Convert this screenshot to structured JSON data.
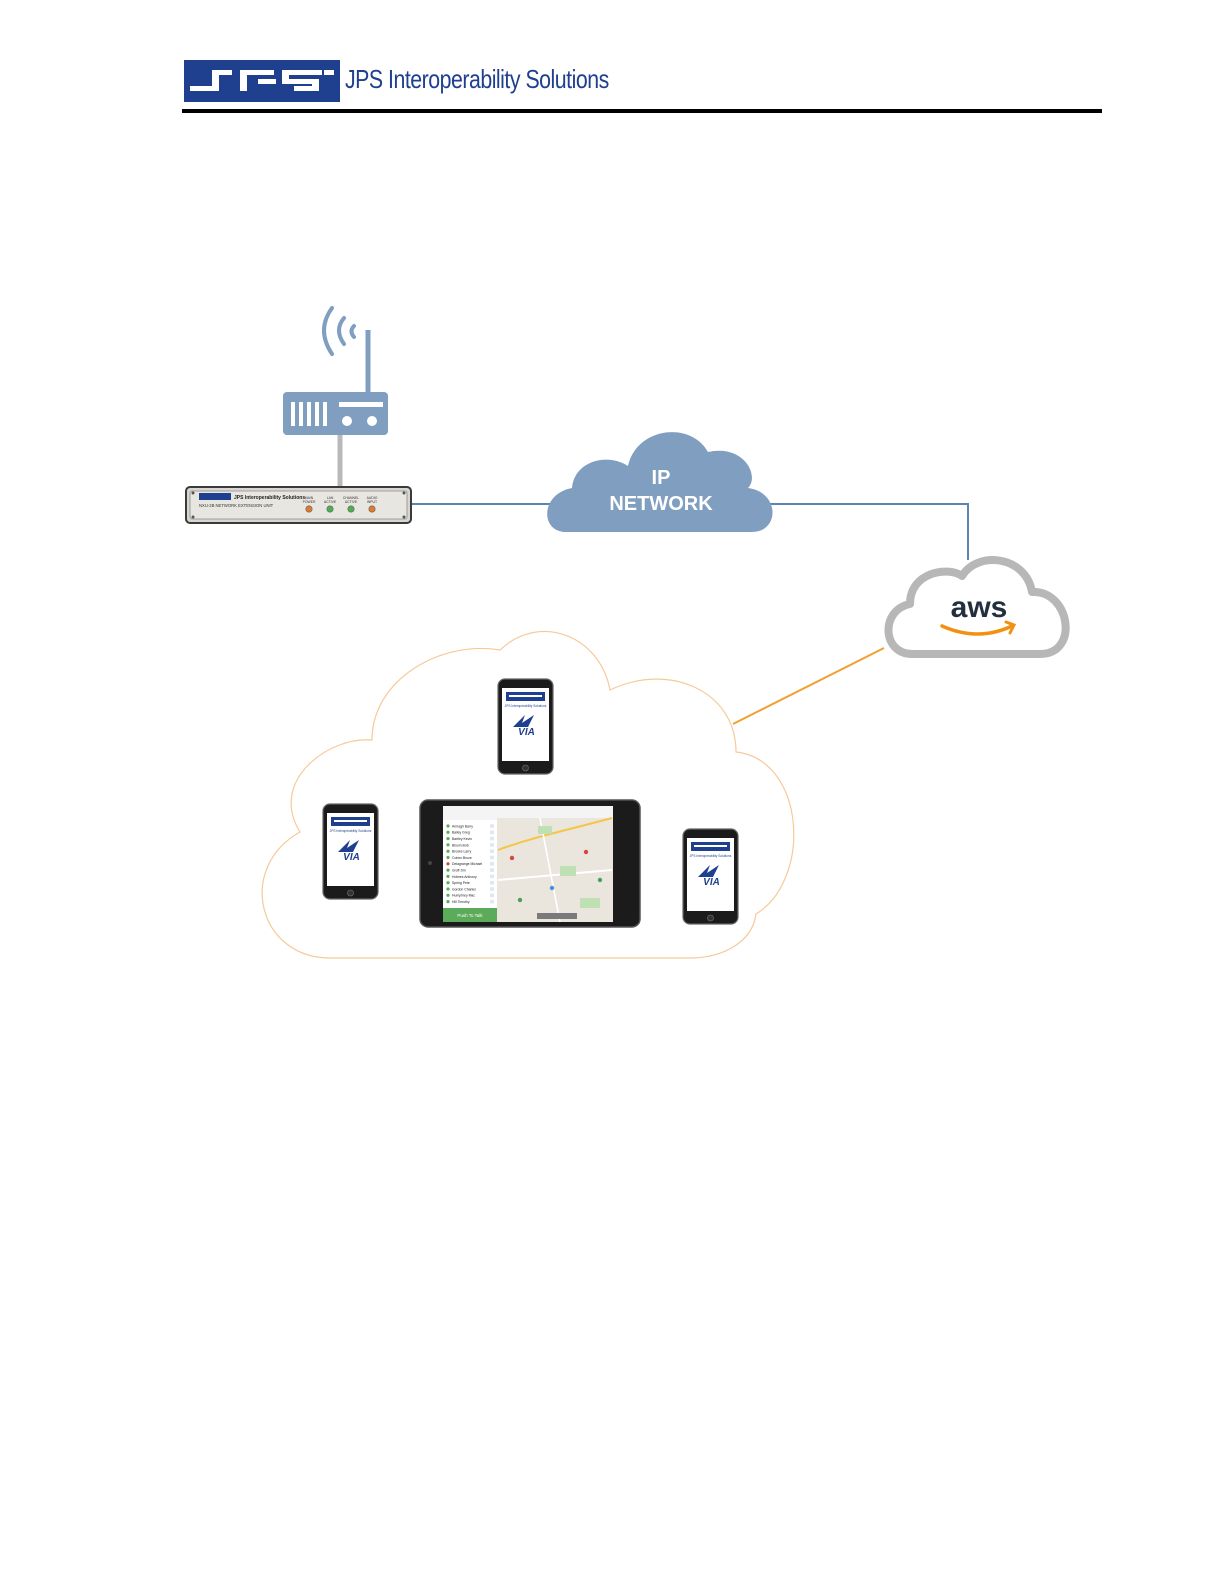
{
  "header": {
    "company_name": "JPS Interoperability Solutions",
    "logo_icon": "jps-logo-icon"
  },
  "diagram": {
    "ip_cloud": {
      "line1": "IP",
      "line2": "NETWORK"
    },
    "aws_cloud": {
      "label": "aws"
    },
    "extension_unit": {
      "brand": "JPS Interoperability Solutions",
      "model": "NXU-2B NETWORK EXTENSION UNIT",
      "indicators": [
        {
          "label1": "MAIN",
          "label2": "POWER",
          "color": "#e07a2a"
        },
        {
          "label1": "LAN",
          "label2": "ACTIVE",
          "color": "#4caf50"
        },
        {
          "label1": "CHANNEL",
          "label2": "ACTIVE",
          "color": "#4caf50"
        },
        {
          "label1": "AUDIO",
          "label2": "INPUT",
          "color": "#e07a2a"
        }
      ]
    },
    "phone_app": {
      "brand": "JPS Interoperability Solutions",
      "app_name": "VIA"
    },
    "tablet_app": {
      "contacts": [
        "Armagh Barry",
        "Bailey Greg",
        "Bartley Kevin",
        "Bloom Bob",
        "Brooks Larry",
        "Cohen Bruce",
        "Delagrange Michael",
        "Groff Jim",
        "Holmes Anthony",
        "Spring Pete",
        "Gordon Charles",
        "Humphrey Mac",
        "Hill Timothy"
      ],
      "ptt_label": "Push To Talk"
    },
    "colors": {
      "cloud_blue": "#7f9ec0",
      "line_blue": "#5b84b5",
      "line_orange": "#f0a030",
      "aws_gray": "#b7b7b7",
      "aws_orange": "#f29111",
      "jps_blue": "#1f3f8f"
    }
  }
}
